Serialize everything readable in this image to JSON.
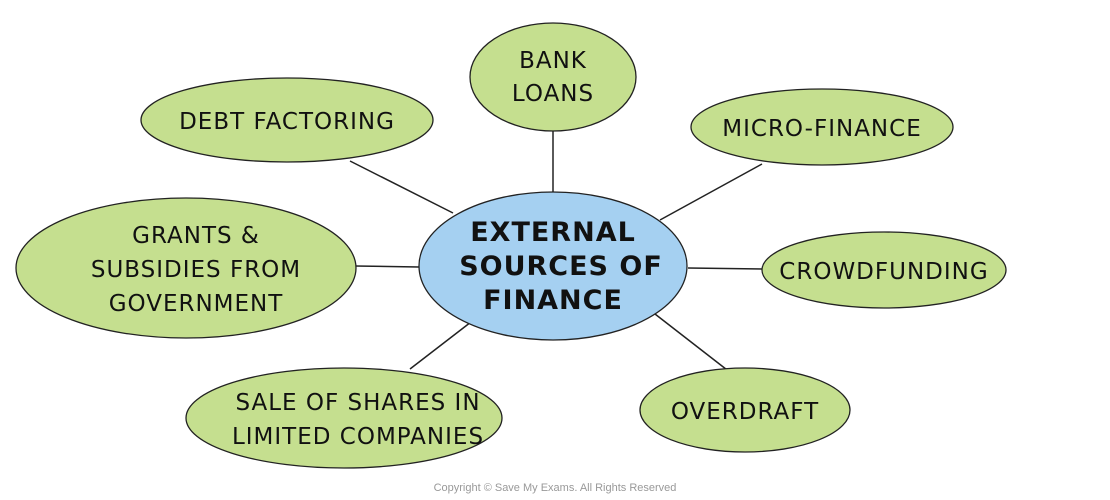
{
  "center": {
    "lines": [
      "EXTERNAL",
      "SOURCES OF",
      "FINANCE"
    ],
    "color": "#a5d0f1"
  },
  "leaf_color": "#c5df8f",
  "nodes": {
    "bank_loans": [
      "BANK",
      "LOANS"
    ],
    "debt_factoring": [
      "DEBT FACTORING"
    ],
    "micro_finance": [
      "MICRO-FINANCE"
    ],
    "grants": [
      "GRANTS &",
      "SUBSIDIES FROM",
      "GOVERNMENT"
    ],
    "crowdfunding": [
      "CROWDFUNDING"
    ],
    "sale_of_shares": [
      "SALE OF SHARES IN",
      "LIMITED COMPANIES"
    ],
    "overdraft": [
      "OVERDRAFT"
    ]
  },
  "copyright": "Copyright © Save My Exams. All Rights Reserved"
}
